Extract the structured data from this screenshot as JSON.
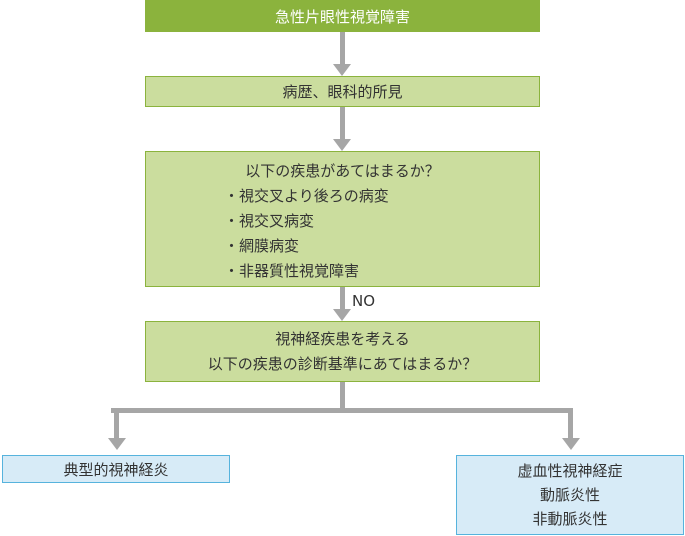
{
  "colors": {
    "header_green": "#8bb33d",
    "light_green_fill": "#cbdd9e",
    "green_border": "#8bb33d",
    "arrow_gray": "#a6a6a6",
    "blue_fill": "#d7ebf7",
    "blue_border": "#56b3dd",
    "text_dark": "#333333",
    "text_white": "#ffffff"
  },
  "flowchart": {
    "start": "急性片眼性視覚障害",
    "step1": "病歴、眼科的所見",
    "step2": {
      "title": "以下の疾患があてはまるか？",
      "items": [
        "・視交叉より後ろの病変",
        "・視交叉病変",
        "・網膜病変",
        "・非器質性視覚障害"
      ]
    },
    "no_label": "NO",
    "step3": {
      "line1": "視神経疾患を考える",
      "line2": "以下の疾患の診断基準にあてはまるか？"
    },
    "result_left": "典型的視神経炎",
    "result_right": {
      "line1": "虚血性視神経症",
      "line2": "動脈炎性",
      "line3": "非動脈炎性"
    }
  }
}
